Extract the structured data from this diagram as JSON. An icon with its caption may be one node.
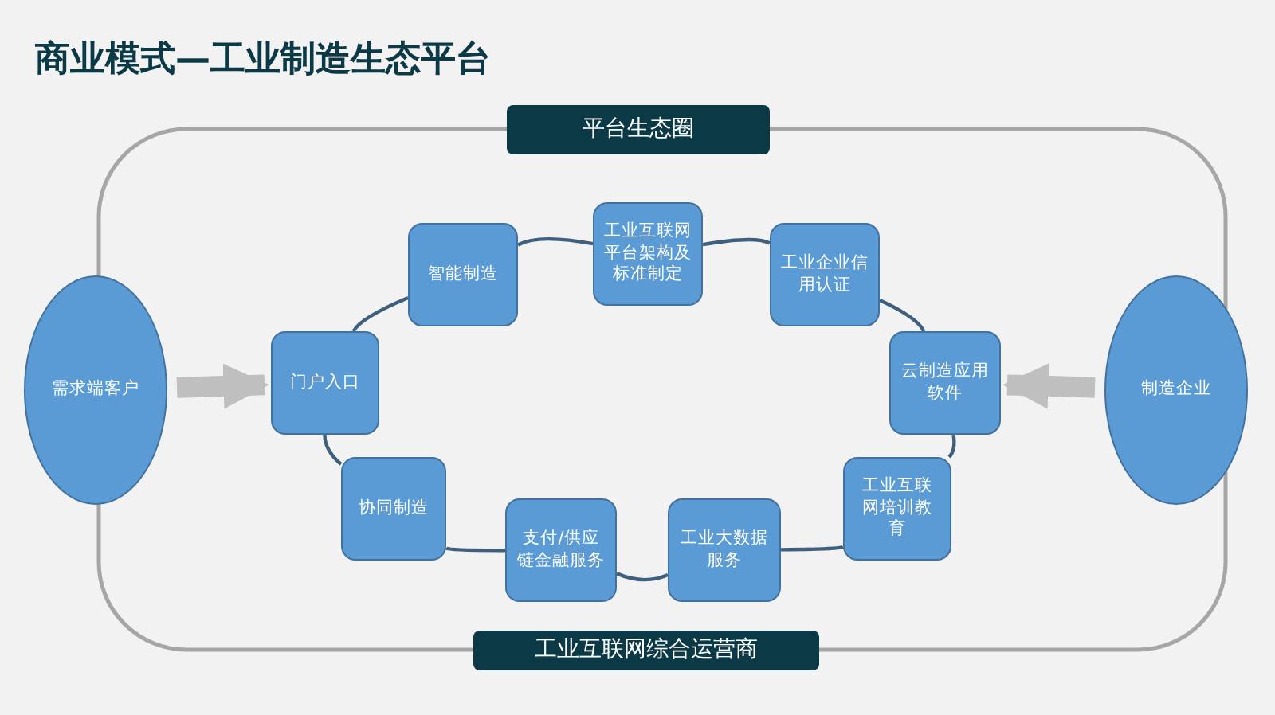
{
  "diagram": {
    "title": "商业模式—工业制造生态平台",
    "nodes": [
      {
        "text": [
          "平台生态圈"
        ]
      },
      {
        "text": [
          "需求端客户"
        ]
      },
      {
        "text": [
          "智能制造"
        ]
      },
      {
        "text": [
          "工业互联网平台架构及标准制定"
        ]
      },
      {
        "text": [
          "工业企业信用认证"
        ]
      },
      {
        "text": [
          "门户入口"
        ]
      },
      {
        "text": [
          "云制造应用软件"
        ]
      },
      {
        "text": [
          "制造企业"
        ]
      },
      {
        "text": [
          "协同制造"
        ]
      },
      {
        "text": [
          "工业互联网培训教育"
        ]
      },
      {
        "text": [
          "支付/供应链金融服务"
        ]
      },
      {
        "text": [
          "工业大数据服务"
        ]
      },
      {
        "text": [
          "工业互联网综合运营商"
        ]
      }
    ],
    "edges": [
      {
        "from": 1,
        "to": 5,
        "arrow": "to",
        "style": "thick",
        "color": "#bfbfbf"
      },
      {
        "from": 7,
        "to": 6,
        "arrow": "to",
        "style": "thick",
        "color": "#bfbfbf"
      },
      {
        "from": 5,
        "to": 2,
        "arrow": "none"
      },
      {
        "from": 2,
        "to": 3,
        "arrow": "none"
      },
      {
        "from": 3,
        "to": 4,
        "arrow": "none"
      },
      {
        "from": 4,
        "to": 6,
        "arrow": "none"
      },
      {
        "from": 6,
        "to": 9,
        "arrow": "none"
      },
      {
        "from": 9,
        "to": 11,
        "arrow": "none"
      },
      {
        "from": 11,
        "to": 10,
        "arrow": "none"
      },
      {
        "from": 10,
        "to": 8,
        "arrow": "none"
      },
      {
        "from": 8,
        "to": 5,
        "arrow": "none"
      }
    ]
  }
}
